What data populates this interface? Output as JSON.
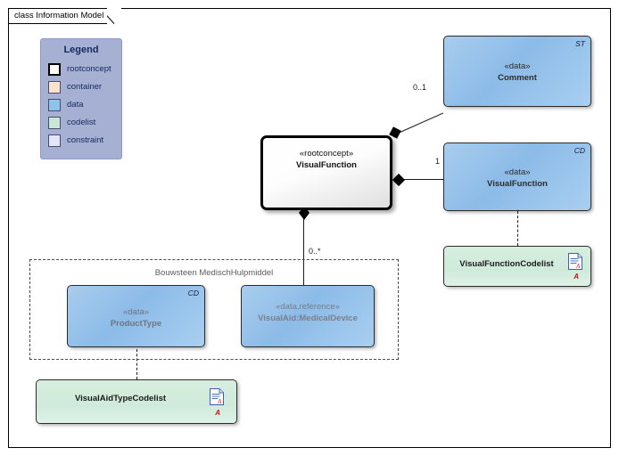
{
  "frame": {
    "tab_label": "class Information Model"
  },
  "legend": {
    "title": "Legend",
    "items": [
      {
        "label": "rootconcept",
        "color": "#ffffff"
      },
      {
        "label": "container",
        "color": "#f9e3cd"
      },
      {
        "label": "data",
        "color": "#8ec4ea"
      },
      {
        "label": "codelist",
        "color": "#c8e8d5"
      },
      {
        "label": "constraint",
        "color": "#e2e6f6"
      }
    ]
  },
  "classes": {
    "root_visualfunction": {
      "stereotype": "«rootconcept»",
      "name": "VisualFunction",
      "corner": ""
    },
    "comment": {
      "stereotype": "«data»",
      "name": "Comment",
      "corner": "ST"
    },
    "visualfunction_data": {
      "stereotype": "«data»",
      "name": "VisualFunction",
      "corner": "CD"
    },
    "producttype": {
      "stereotype": "«data»",
      "name": "ProductType",
      "corner": "CD"
    },
    "visualaid_medicaldevice": {
      "stereotype": "«data,reference»",
      "name": "VisualAid:MedicalDevice",
      "corner": ""
    }
  },
  "codelists": {
    "visualfunction_codelist": {
      "name": "VisualFunctionCodelist",
      "marker": "A"
    },
    "visualaidtype_codelist": {
      "name": "VisualAidTypeCodelist",
      "marker": "A"
    }
  },
  "group": {
    "label": "Bouwsteen MedischHulpmiddel"
  },
  "connectors": {
    "comment_multiplicity": "0..1",
    "visualfunction_multiplicity": "1",
    "medicaldevice_multiplicity": "0..*"
  }
}
